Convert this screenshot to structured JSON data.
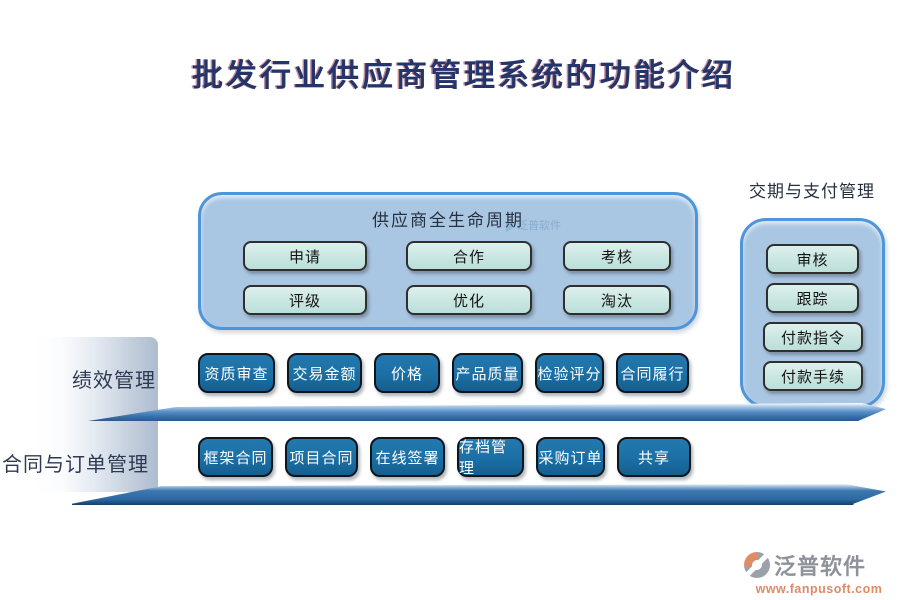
{
  "page": {
    "title": "批发行业供应商管理系统的功能介绍"
  },
  "lifecycle": {
    "title": "供应商全生命周期",
    "buttons": [
      "申请",
      "合作",
      "考核",
      "评级",
      "优化",
      "淘汰"
    ]
  },
  "delivery_payment": {
    "label": "交期与支付管理",
    "buttons": [
      "审核",
      "跟踪",
      "付款指令",
      "付款手续"
    ]
  },
  "performance": {
    "label": "绩效管理",
    "buttons": [
      "资质审查",
      "交易金额",
      "价格",
      "产品质量",
      "检验评分",
      "合同履行"
    ]
  },
  "contract_order": {
    "label": "合同与订单管理",
    "buttons": [
      "框架合同",
      "项目合同",
      "在线签署",
      "存档管理",
      "采购订单",
      "共享"
    ]
  },
  "watermark": {
    "text": "泛普软件"
  },
  "footer": {
    "brand": "泛普软件",
    "url": "www.fanpusoft.com"
  },
  "colors": {
    "title_navy": "#24356b",
    "panel_fill": "#a9c6e3",
    "panel_border": "#4d96d9",
    "cyan_button": "#c9e6e1",
    "dark_button": "#1b6fa4",
    "bar_blue": "#2e6aa3",
    "logo_gray": "#8d929b",
    "logo_orange": "#df8a64"
  }
}
